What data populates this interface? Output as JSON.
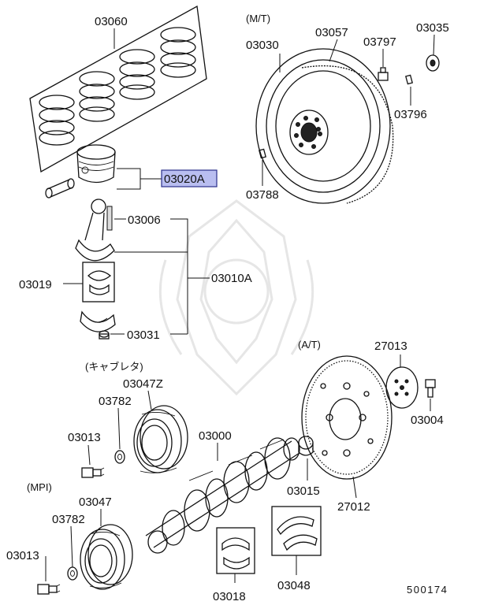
{
  "sections": {
    "mt": "(M/T)",
    "at": "(A/T)",
    "carb": "(キャブレタ)",
    "mpi": "(MPI)"
  },
  "parts": {
    "p03060": "03060",
    "p03030": "03030",
    "p03057": "03057",
    "p03797": "03797",
    "p03035": "03035",
    "p03796": "03796",
    "p03788": "03788",
    "p03020A": "03020A",
    "p03006": "03006",
    "p03019": "03019",
    "p03010A": "03010A",
    "p03031": "03031",
    "p27013": "27013",
    "p03047Z": "03047Z",
    "p03782a": "03782",
    "p03004": "03004",
    "p03013a": "03013",
    "p03000": "03000",
    "p03015": "03015",
    "p27012": "27012",
    "p03047": "03047",
    "p03782b": "03782",
    "p03013b": "03013",
    "p03018": "03018",
    "p03048": "03048"
  },
  "diagram_id": "500174",
  "highlight_color": "#b9bef0"
}
